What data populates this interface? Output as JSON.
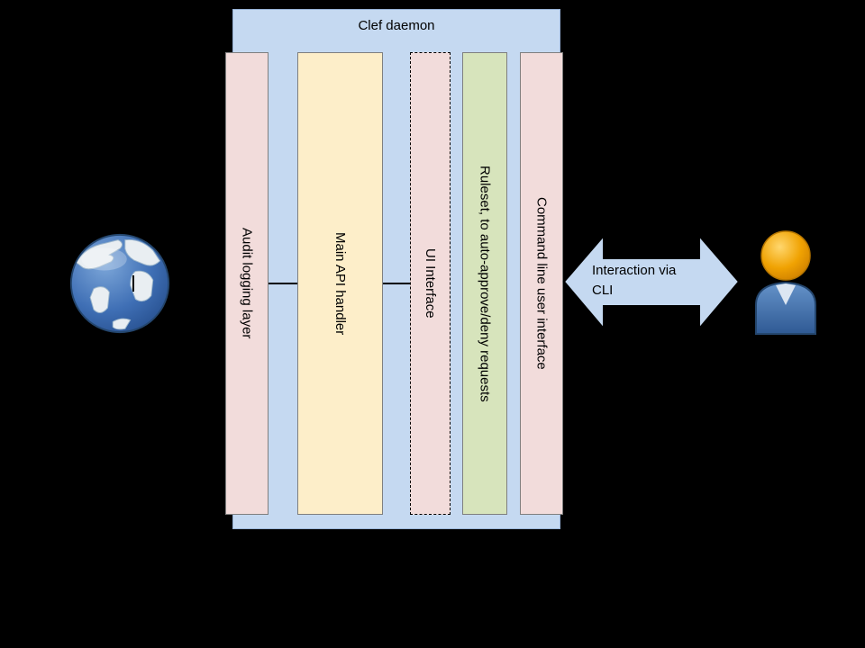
{
  "diagram": {
    "title": "Clef daemon",
    "columns": [
      {
        "id": "audit",
        "label": "Audit logging layer"
      },
      {
        "id": "api",
        "label": "Main API handler"
      },
      {
        "id": "ui",
        "label": "UI Interface"
      },
      {
        "id": "ruleset",
        "label": "Ruleset, to auto-approve/deny requests"
      },
      {
        "id": "cli",
        "label": "Command line user interface"
      }
    ],
    "arrow_label": "Interaction via\nCLI",
    "icons": {
      "left": "globe-icon",
      "right": "user-icon"
    }
  },
  "colors": {
    "canvas_bg": "#000000",
    "daemon_fill": "#c5d9f1",
    "pink_fill": "#f2dcdb",
    "cream_fill": "#fdeec9",
    "green_fill": "#d7e4bc",
    "arrow_fill": "#c5d9f1",
    "line": "#000000",
    "globe_ocean": "#3f6fb5",
    "person_head": "#f0a202",
    "person_body": "#2f5a94"
  }
}
